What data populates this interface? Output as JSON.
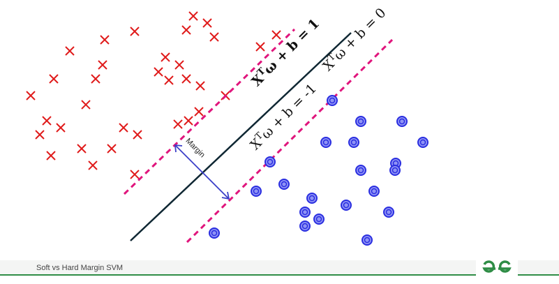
{
  "diagram": {
    "equations": {
      "upper": "X",
      "upper_rest": "ω + b = 1",
      "middle": "X",
      "middle_rest": "ω + b = 0",
      "lower": "X",
      "lower_rest": "ω + b = -1",
      "sup": "T"
    },
    "margin_label": "Margin",
    "colors": {
      "cross": "#e01b1b",
      "circle": "#2a2ee0",
      "circle_fill": "#8f93f5",
      "dashed": "#e0157c",
      "hyperplane": "#0f2733",
      "arrow": "#3b3fc8"
    }
  },
  "footer": {
    "caption": "Soft vs Hard Margin SVM",
    "logo": "GfG"
  }
}
